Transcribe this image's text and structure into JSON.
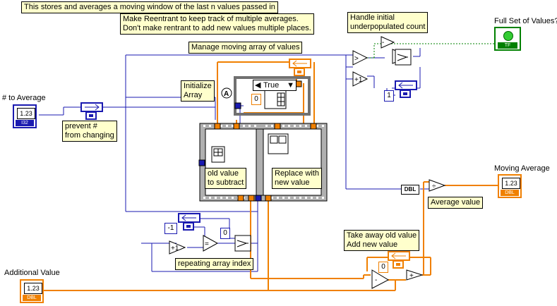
{
  "comments": {
    "description": "This stores and averages a moving window of the last n values passed in",
    "reentrant_note": "Make Reentrant to keep track of multiple averages.\nDon't make rentrant to add new values multiple places.",
    "initial_count": "Handle initial\nunderpopulated count",
    "manage_array": "Manage moving array of values",
    "initialize_array": "Initialize\nArray",
    "prevent_change": "prevent #\nfrom changing",
    "old_value": "old value\nto subtract",
    "replace_value": "Replace with\nnew value",
    "average_value": "Average value",
    "repeating_index": "repeating array index",
    "take_away": "Take away old value\nAdd new value"
  },
  "terminals": {
    "num_to_average": "# to Average",
    "additional_value": "Additional Value",
    "moving_average": "Moving Average",
    "full_set": "Full Set of Values?"
  },
  "indicators": {
    "num_type": "I32",
    "dbl_type": "DBL",
    "tf_type": "TF",
    "numeric_glyph": "1.23"
  },
  "case": {
    "selector": "True"
  },
  "constants": {
    "neg_one": "-1",
    "zero_a": "0",
    "zero_b": "0",
    "zero_c": "0",
    "one": "1",
    "dbl_convert": "DBL"
  },
  "colors": {
    "orange_wire": "#f08000",
    "blue_wire": "#0000a0",
    "green_wire": "#008000",
    "note_bg": "#ffffcc"
  }
}
